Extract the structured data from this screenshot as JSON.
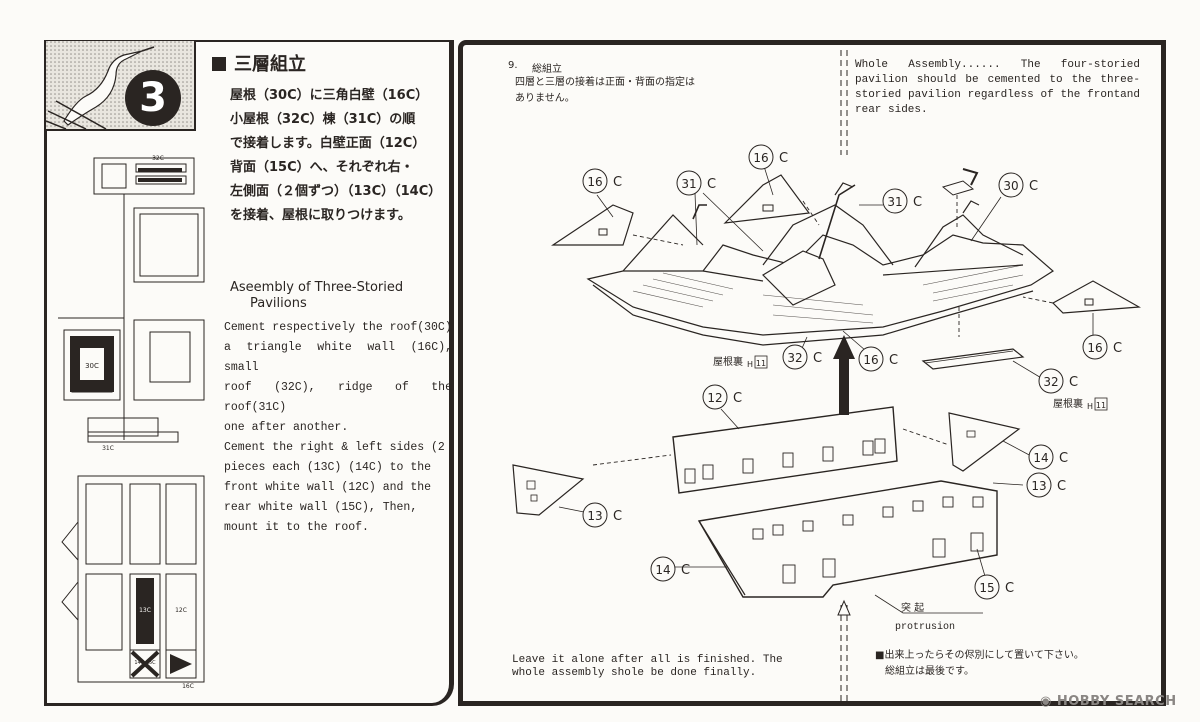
{
  "left": {
    "step_number": "3",
    "section_title": "三層組立",
    "jp_instructions": [
      "屋根（30C）に三角白壁（16C）",
      "小屋根（32C）棟（31C）の順",
      "で接着します。白壁正面（12C）",
      "背面（15C）へ、それぞれ右・",
      "左側面（２個ずつ）（13C）（14C）",
      "を接着、屋根に取りつけます。"
    ],
    "en_heading_lines": [
      "Aseembly of Three-Storied",
      "Pavilions"
    ],
    "en_body": [
      "Cement respectively the roof(30C)",
      "a triangle white wall (16C), small",
      "roof (32C), ridge of the roof(31C)",
      "one after another.",
      "Cement the right & left sides (2",
      "pieces each (13C) (14C) to the",
      "front white wall (12C) and the",
      "rear white wall (15C),   Then,",
      "mount it to the roof."
    ],
    "sprue_labels": {
      "top_label": "32C",
      "bottom_label": "31C",
      "part_30c": "30C",
      "part_13c": "13C",
      "part_12c": "12C",
      "part_14c_15c": "14C 15C",
      "part_16c": "16C",
      "corner_label": "16C"
    }
  },
  "right": {
    "step_num": "9.",
    "step_title": "総組立",
    "jp_note": [
      "四層と三層の接着は正面・背面の指定は",
      "ありません。"
    ],
    "en_note": "Whole Assembly...... The four-storied pavilion should be cemented to the three-storied pavilion regardless of the frontand rear sides.",
    "callouts": {
      "c16a": "16",
      "c16b": "16",
      "c31a": "31",
      "c31b": "31",
      "c30": "30",
      "c16c": "16",
      "c16d": "16",
      "c32a": "32",
      "c32b": "32",
      "c12": "12",
      "c14a": "14",
      "c13a": "13",
      "c13b": "13",
      "c14b": "14",
      "c15": "15",
      "suffix": "C"
    },
    "roof_underside_label": "屋根裏",
    "roof_underside_ref": "H",
    "roof_underside_num": "11",
    "protrusion_jp": "突 起",
    "protrusion_en": "protrusion",
    "bottom_en": [
      "Leave it alone after all is finished.  The",
      "whole assembly shole be done finally."
    ],
    "bottom_jp": [
      "■出来上ったらその侭別にして置いて下さい。",
      "総組立は最後です。"
    ]
  },
  "watermark": "HOBBY SEARCH",
  "colors": {
    "ink": "#2a2522",
    "paper": "#fcfbf8",
    "watermark": "#8a8683"
  }
}
